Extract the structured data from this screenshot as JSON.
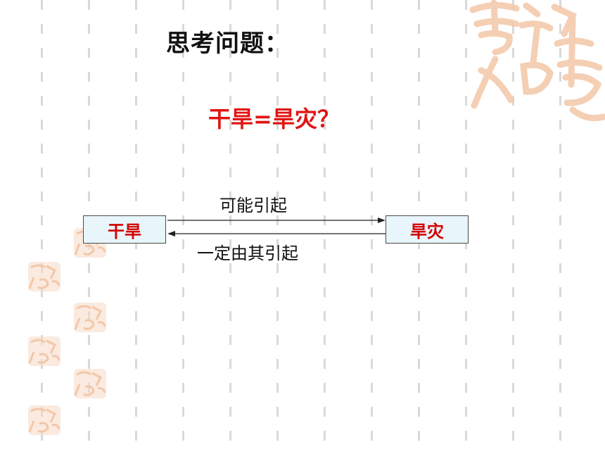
{
  "slide": {
    "heading": "思考问题：",
    "question": "干旱=旱灾？",
    "diagram": {
      "left_box": "干旱",
      "right_box": "旱灾",
      "forward_label": "可能引起",
      "backward_label": "一定由其引起"
    },
    "decoration": {
      "stamp_text": "吉祥如意",
      "stamp_color": "#f3c7a8",
      "accent_color": "#e01515"
    }
  }
}
